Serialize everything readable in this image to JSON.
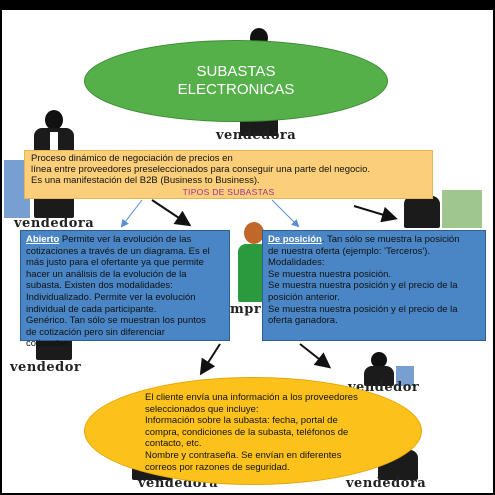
{
  "title": {
    "line1": "SUBASTAS",
    "line2": "ELECTRONICAS"
  },
  "background_labels": {
    "top_right": "vendedora",
    "left_mid": "vendedora",
    "center": "mpra",
    "left_low": "vendedor",
    "right_low": "vendedor",
    "bottom_left": "vendedora",
    "bottom_right": "vendedora"
  },
  "definition": {
    "line1": "Proceso dinámico de negociación de precios en",
    "line2": "línea entre proveedores preseleccionados para conseguir una parte del negocio.",
    "line3": "Es una manifestación del B2B (Business to Business).",
    "subheading": "TIPOS DE SUBASTAS"
  },
  "abierto": {
    "keyword": "Abierto",
    "line1": " Permite ver la evolución de las",
    "line2": "cotizaciones a través de un diagrama. Es el",
    "line3": "más justo para el ofertante ya que permite",
    "line4": "hacer un análisis de la evolución de la",
    "line5": "subasta. Existen dos modalidades:",
    "line6": "Individualizado. Permite ver la evolución",
    "line7": "individual de cada participante.",
    "line8": "Genérico. Tan sólo se muestran los puntos",
    "line9": "de cotización pero sin diferenciar",
    "line10": "cotizantes."
  },
  "posicion": {
    "keyword": "De posición",
    "line1": ". Tan sólo se muestra la posición",
    "line2": "de nuestra oferta (ejemplo: 'Terceros').",
    "line3": "Modalidades:",
    "line4": "Se muestra nuestra posición.",
    "line5": "Se muestra nuestra posición y el precio de la",
    "line6": "posición anterior.",
    "line7": "Se muestra nuestra posición y el precio de la",
    "line8": "oferta ganadora."
  },
  "cliente": {
    "line1": "El cliente envía una información a los proveedores",
    "line2": "seleccionados que incluye:",
    "line3": "Información sobre la subasta: fecha, portal de",
    "line4": "compra, condiciones de la subasta, teléfonos de",
    "line5": "contacto, etc.",
    "line6": "Nombre y contraseña. Se envían en diferentes",
    "line7": "correos por razones de seguridad."
  },
  "colors": {
    "title_ellipse": "#55b04a",
    "definition_box": "#fbcf7a",
    "type_boxes": "#4a86c5",
    "bottom_ellipse": "#fcc21b",
    "subheading": "#9b2f9b"
  }
}
